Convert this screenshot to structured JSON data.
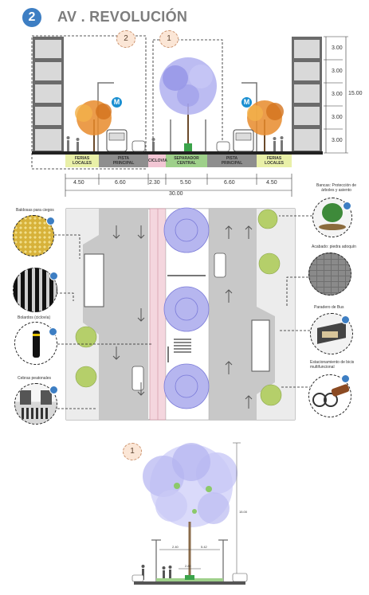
{
  "header": {
    "badge": "2",
    "title": "AV . REVOLUCIÓN"
  },
  "callouts": {
    "one": "1",
    "two": "2",
    "three": "1"
  },
  "section": {
    "heights": [
      "3.00",
      "3.00",
      "3.00",
      "3.00",
      "3.00"
    ],
    "total_height": "15.00",
    "segments": [
      {
        "label_line1": "FERIAS",
        "label_line2": "LOCALES"
      },
      {
        "label_line1": "PISTA",
        "label_line2": "PRINCIPAL"
      },
      {
        "label_line1": "CICLOVIA",
        "label_line2": ""
      },
      {
        "label_line1": "SEPARADOR",
        "label_line2": "CENTRAL"
      },
      {
        "label_line1": "PISTA",
        "label_line2": "PRINCIPAL"
      },
      {
        "label_line1": "FERIAS",
        "label_line2": "LOCALES"
      }
    ],
    "widths": [
      "4.50",
      "6.60",
      "2.30",
      "5.50",
      "6.60",
      "4.50"
    ],
    "total_width": "30.00",
    "metro_logo": "M"
  },
  "plan_labels": {
    "baldosas": "Baldosas para ciegos",
    "bolardos": "Bolardos (ciclovía)",
    "cebras": "Cebras peatonales",
    "bancas": "Bancas: Protección de árboles y asiento",
    "acabado": "Acabado: piedra adoquín",
    "paradero": "Paradero de Bus",
    "estacionamiento": "Estacionamiento de bicis multifuncional"
  },
  "elevation": {
    "dim_vertical": "15.00",
    "dim_h1": "5.42",
    "dim_h2": "2.40",
    "dim_h3": "2.80"
  },
  "colors": {
    "accent_blue": "#3d7ec3",
    "ferias": "#e9f0a8",
    "pista": "#8e8e8e",
    "ciclovia": "#f2c6d4",
    "separador": "#9ed08a",
    "tree_canopy": "#b0b0f0",
    "ficus": "#e88b2b"
  }
}
